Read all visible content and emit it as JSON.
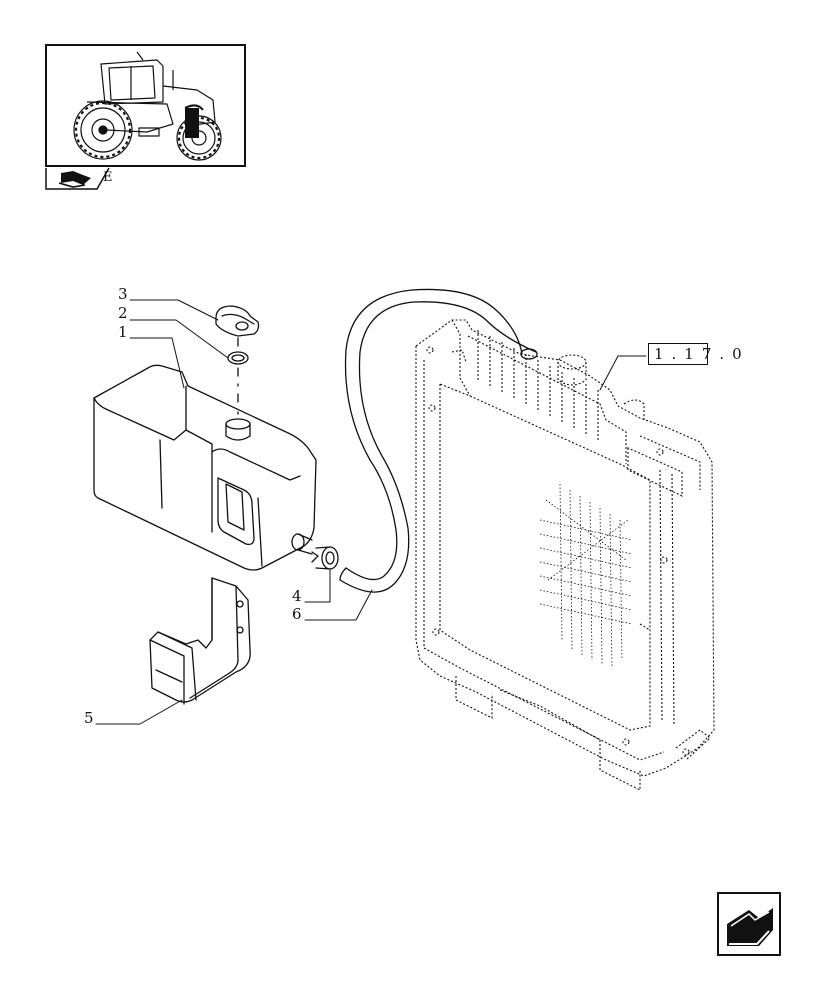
{
  "thumbnail": {
    "tag_code": "E"
  },
  "labels": {
    "l1": "1",
    "l2": "2",
    "l3": "3",
    "l4": "4",
    "l5": "5",
    "l6": "6"
  },
  "reference": "1.17.0",
  "icons": {
    "tractor": "tractor-thumbnail-icon",
    "book": "book-arrow-icon",
    "nav": "previous-page-arrow-icon"
  }
}
